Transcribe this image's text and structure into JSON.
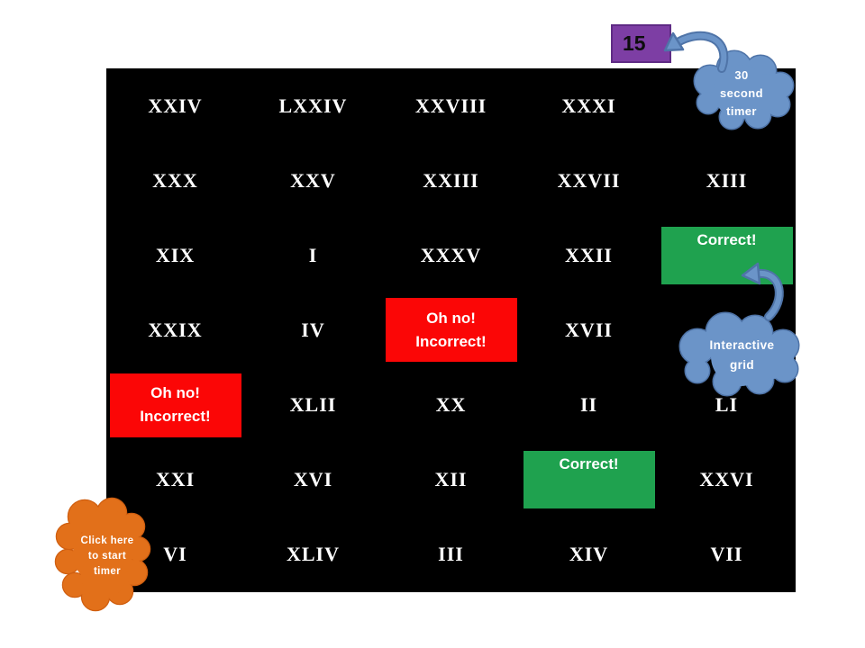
{
  "timer": {
    "value": "15"
  },
  "labels": {
    "correct": "Correct!",
    "incorrect_line1": "Oh no!",
    "incorrect_line2": "Incorrect!"
  },
  "colors": {
    "board_black": "#000000",
    "numeral_white": "#ffffff",
    "correct_green": "#1fa24f",
    "incorrect_red": "#fb0606",
    "timer_purple": "#7d3ea4",
    "cloud_blue": "#6b94c8",
    "cloud_blue_border": "#4f74a8",
    "cloud_orange": "#e2701a"
  },
  "callouts": {
    "timer_cloud": {
      "lines": [
        "30",
        "second",
        "timer"
      ]
    },
    "grid_cloud": {
      "lines": [
        "Interactive",
        "grid"
      ]
    },
    "start_cloud": {
      "lines": [
        "Click here",
        "to start",
        "timer"
      ]
    }
  },
  "grid": {
    "rows": 7,
    "cols": 5,
    "cells": [
      {
        "row": 1,
        "col": 1,
        "type": "numeral",
        "label": "XXIV"
      },
      {
        "row": 1,
        "col": 2,
        "type": "numeral",
        "label": "LXXIV"
      },
      {
        "row": 1,
        "col": 3,
        "type": "numeral",
        "label": "XXVIII"
      },
      {
        "row": 1,
        "col": 4,
        "type": "numeral",
        "label": "XXXI"
      },
      {
        "row": 2,
        "col": 1,
        "type": "numeral",
        "label": "XXX"
      },
      {
        "row": 2,
        "col": 2,
        "type": "numeral",
        "label": "XXV"
      },
      {
        "row": 2,
        "col": 3,
        "type": "numeral",
        "label": "XXIII"
      },
      {
        "row": 2,
        "col": 4,
        "type": "numeral",
        "label": "XXVII"
      },
      {
        "row": 2,
        "col": 5,
        "type": "numeral",
        "label": "XIII"
      },
      {
        "row": 3,
        "col": 1,
        "type": "numeral",
        "label": "XIX"
      },
      {
        "row": 3,
        "col": 2,
        "type": "numeral",
        "label": "I"
      },
      {
        "row": 3,
        "col": 3,
        "type": "numeral",
        "label": "XXXV"
      },
      {
        "row": 3,
        "col": 4,
        "type": "numeral",
        "label": "XXII"
      },
      {
        "row": 3,
        "col": 5,
        "type": "correct",
        "label": "Correct!"
      },
      {
        "row": 4,
        "col": 1,
        "type": "numeral",
        "label": "XXIX"
      },
      {
        "row": 4,
        "col": 2,
        "type": "numeral",
        "label": "IV"
      },
      {
        "row": 4,
        "col": 3,
        "type": "incorrect",
        "lines": [
          "Oh no!",
          "Incorrect!"
        ]
      },
      {
        "row": 4,
        "col": 4,
        "type": "numeral",
        "label": "XVII"
      },
      {
        "row": 5,
        "col": 1,
        "type": "incorrect",
        "lines": [
          "Oh no!",
          "Incorrect!"
        ]
      },
      {
        "row": 5,
        "col": 2,
        "type": "numeral",
        "label": "XLII"
      },
      {
        "row": 5,
        "col": 3,
        "type": "numeral",
        "label": "XX"
      },
      {
        "row": 5,
        "col": 4,
        "type": "numeral",
        "label": "II"
      },
      {
        "row": 5,
        "col": 5,
        "type": "numeral",
        "label": "LI"
      },
      {
        "row": 6,
        "col": 1,
        "type": "numeral",
        "label": "XXI"
      },
      {
        "row": 6,
        "col": 2,
        "type": "numeral",
        "label": "XVI"
      },
      {
        "row": 6,
        "col": 3,
        "type": "numeral",
        "label": "XII"
      },
      {
        "row": 6,
        "col": 4,
        "type": "correct",
        "label": "Correct!"
      },
      {
        "row": 6,
        "col": 5,
        "type": "numeral",
        "label": "XXVI"
      },
      {
        "row": 7,
        "col": 1,
        "type": "numeral",
        "label": "VI"
      },
      {
        "row": 7,
        "col": 2,
        "type": "numeral",
        "label": "XLIV"
      },
      {
        "row": 7,
        "col": 3,
        "type": "numeral",
        "label": "III"
      },
      {
        "row": 7,
        "col": 4,
        "type": "numeral",
        "label": "XIV"
      },
      {
        "row": 7,
        "col": 5,
        "type": "numeral",
        "label": "VII"
      }
    ]
  }
}
